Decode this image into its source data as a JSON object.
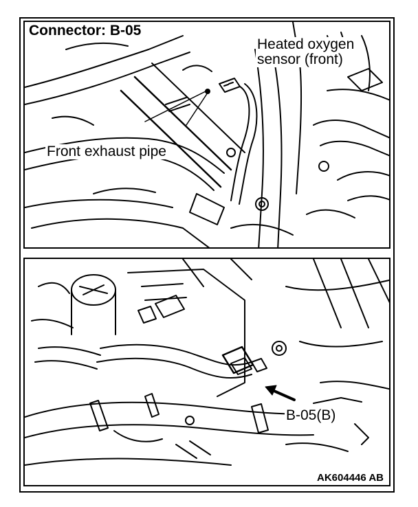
{
  "top_panel": {
    "title": "Connector: B-05",
    "label_sensor_line1": "Heated oxygen",
    "label_sensor_line2": "sensor (front)",
    "label_pipe": "Front exhaust pipe"
  },
  "bottom_panel": {
    "label_connector": "B-05(B)",
    "figure_code": "AK604446 AB"
  },
  "colors": {
    "line": "#000000",
    "background": "#ffffff"
  }
}
